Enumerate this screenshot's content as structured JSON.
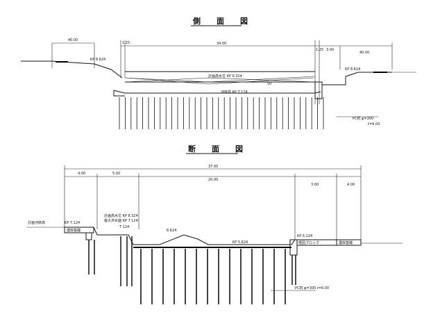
{
  "side_view": {
    "title": "側　面　図",
    "dims": {
      "d_40_left": "40.00",
      "d_125": "1.25",
      "d_34": "34.00",
      "d_125b": "1.25",
      "d_3": "3.00",
      "d_40_right": "40.00"
    },
    "labels": {
      "kp_left": "KP 8.624",
      "kp_right": "KP 8.624",
      "flood_level": "計画高水位 KP 9.324",
      "riverbed": "河床高 KP 7.124",
      "slope": "50",
      "pile": "PC杭 φ=300",
      "pile_len": "ℓ=6.00"
    }
  },
  "section_view": {
    "title": "断　面　図",
    "dims": {
      "total": "37.00",
      "d_4_left": "4.00",
      "d_5": "5.00",
      "d_20": "20.00",
      "d_3": "3.00",
      "d_4_right": "4.00"
    },
    "labels": {
      "flood_level": "計画高水位 KP 8.324",
      "max_flood": "最大洪水面 KP 7.124",
      "kp_left": "KP 7.124",
      "left_top": "計画河床高",
      "left_block": "護岸基礎",
      "t124": "T 124",
      "kp_6624": "6.624",
      "center": "KP 5.624",
      "kp_right": "KP 6.124",
      "right_block": "根固ブロック",
      "right_top": "護岸基礎",
      "pile": "PC杭 φ=300 ℓ=6.00"
    }
  }
}
